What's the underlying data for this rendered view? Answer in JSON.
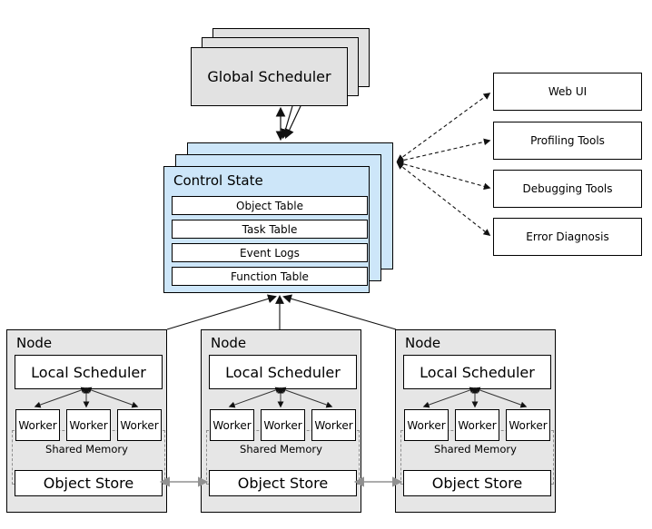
{
  "global_scheduler": {
    "label": "Global Scheduler"
  },
  "control_state": {
    "title": "Control State",
    "tables": [
      "Object Table",
      "Task Table",
      "Event Logs",
      "Function Table"
    ]
  },
  "tools": [
    {
      "label": "Web UI"
    },
    {
      "label": "Profiling Tools"
    },
    {
      "label": "Debugging Tools"
    },
    {
      "label": "Error Diagnosis"
    }
  ],
  "nodes": [
    {
      "title": "Node",
      "scheduler": "Local Scheduler",
      "workers": [
        "Worker",
        "Worker",
        "Worker"
      ],
      "shared_memory_label": "Shared Memory",
      "object_store": "Object Store"
    },
    {
      "title": "Node",
      "scheduler": "Local Scheduler",
      "workers": [
        "Worker",
        "Worker",
        "Worker"
      ],
      "shared_memory_label": "Shared Memory",
      "object_store": "Object Store"
    },
    {
      "title": "Node",
      "scheduler": "Local Scheduler",
      "workers": [
        "Worker",
        "Worker",
        "Worker"
      ],
      "shared_memory_label": "Shared Memory",
      "object_store": "Object Store"
    }
  ],
  "colors": {
    "stack_gray": "#e2e2e2",
    "control_blue": "#cde6f9",
    "node_gray": "#e6e6e6",
    "inner_white": "#ffffff",
    "border_black": "#000000",
    "arrow_gray": "#909090",
    "dashed_rect_gray": "#8f8f8f"
  }
}
